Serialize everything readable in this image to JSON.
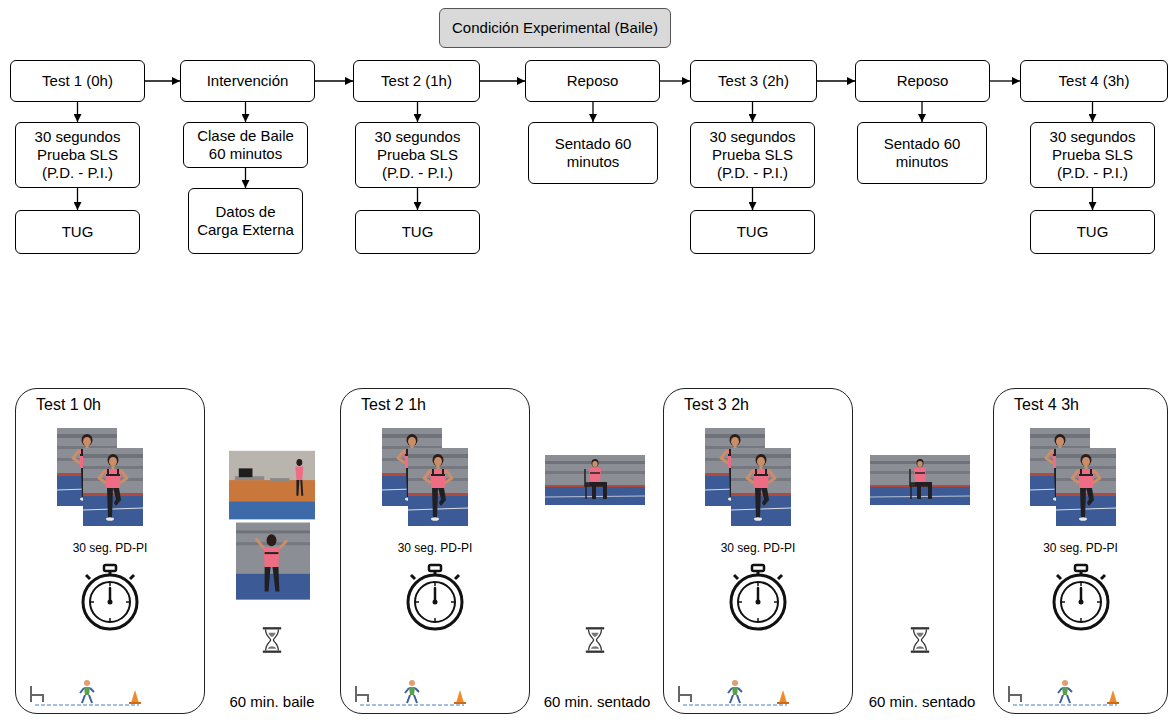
{
  "diagram": {
    "nodes": [
      {
        "text": [
          "Condición Experimental (Baile)"
        ]
      },
      {
        "text": [
          "Test 1 (0h)"
        ]
      },
      {
        "text": [
          "Intervención"
        ]
      },
      {
        "text": [
          "Test 2 (1h)"
        ]
      },
      {
        "text": [
          "Reposo"
        ]
      },
      {
        "text": [
          "Test 3 (2h)"
        ]
      },
      {
        "text": [
          "Reposo"
        ]
      },
      {
        "text": [
          "Test 4 (3h)"
        ]
      },
      {
        "text": [
          "30 segundos Prueba SLS (P.D. - P.I.)"
        ]
      },
      {
        "text": [
          "TUG"
        ]
      },
      {
        "text": [
          "Clase de Baile 60 minutos"
        ]
      },
      {
        "text": [
          "Datos de Carga Externa"
        ]
      },
      {
        "text": [
          "30 segundos Prueba SLS (P.D. - P.I.)"
        ]
      },
      {
        "text": [
          "TUG"
        ]
      },
      {
        "text": [
          "Sentado 60 minutos"
        ]
      },
      {
        "text": [
          "30 segundos Prueba SLS (P.D. - P.I.)"
        ]
      },
      {
        "text": [
          "TUG"
        ]
      },
      {
        "text": [
          "Sentado 60 minutos"
        ]
      },
      {
        "text": [
          "30 segundos Prueba SLS (P.D. - P.I.)"
        ]
      },
      {
        "text": [
          "TUG"
        ]
      },
      {
        "text": [
          "Test 1 0h",
          "30 seg. PD-PI"
        ]
      },
      {
        "text": [
          "Test 2 1h",
          "30 seg. PD-PI"
        ]
      },
      {
        "text": [
          "Test 3 2h",
          "30 seg. PD-PI"
        ]
      },
      {
        "text": [
          "Test 4 3h",
          "30 seg. PD-PI"
        ]
      }
    ],
    "edges": [
      {
        "from": 1,
        "to": 2,
        "arrow": "to"
      },
      {
        "from": 2,
        "to": 3,
        "arrow": "to"
      },
      {
        "from": 3,
        "to": 4,
        "arrow": "to"
      },
      {
        "from": 4,
        "to": 5,
        "arrow": "to"
      },
      {
        "from": 5,
        "to": 6,
        "arrow": "to"
      },
      {
        "from": 6,
        "to": 7,
        "arrow": "to"
      },
      {
        "from": 1,
        "to": 8,
        "arrow": "to"
      },
      {
        "from": 8,
        "to": 9,
        "arrow": "to"
      },
      {
        "from": 2,
        "to": 10,
        "arrow": "to"
      },
      {
        "from": 10,
        "to": 11,
        "arrow": "to"
      },
      {
        "from": 3,
        "to": 12,
        "arrow": "to"
      },
      {
        "from": 12,
        "to": 13,
        "arrow": "to"
      },
      {
        "from": 4,
        "to": 14,
        "arrow": "to"
      },
      {
        "from": 5,
        "to": 15,
        "arrow": "to"
      },
      {
        "from": 15,
        "to": 16,
        "arrow": "to"
      },
      {
        "from": 6,
        "to": 17,
        "arrow": "to"
      },
      {
        "from": 7,
        "to": 18,
        "arrow": "to"
      },
      {
        "from": 18,
        "to": 19,
        "arrow": "to"
      }
    ],
    "labels": [
      "60 min. baile",
      "60 min. sentado",
      "60 min. sentado"
    ]
  }
}
